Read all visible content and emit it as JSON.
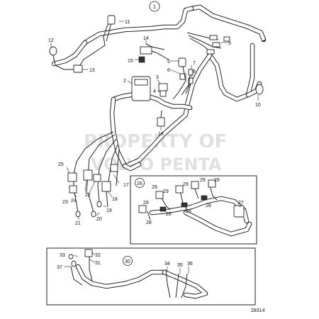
{
  "callouts": {
    "c1": "1",
    "c2": "2",
    "c3": "3",
    "c4": "4",
    "c5": "5",
    "c6": "6",
    "c7": "7",
    "c8": "8",
    "c9": "9",
    "c10": "10",
    "c11": "11",
    "c12": "12",
    "c13": "13",
    "c14": "14",
    "c15": "15",
    "c16": "16",
    "c17": "17",
    "c18": "18",
    "c19": "19",
    "c20": "20",
    "c21": "21",
    "c22": "22",
    "c23": "23",
    "c24": "24",
    "c25": "25",
    "c26": "26",
    "c27": "27",
    "c28": "28",
    "c29": "29",
    "c30": "30",
    "c31": "31",
    "c32": "32",
    "c33": "33",
    "c34": "34",
    "c35": "35",
    "c36": "36",
    "c37": "37"
  },
  "watermark": {
    "line1": "PROPERTY OF",
    "line2": "VOLVO PENTA"
  },
  "figure_id": "28314"
}
